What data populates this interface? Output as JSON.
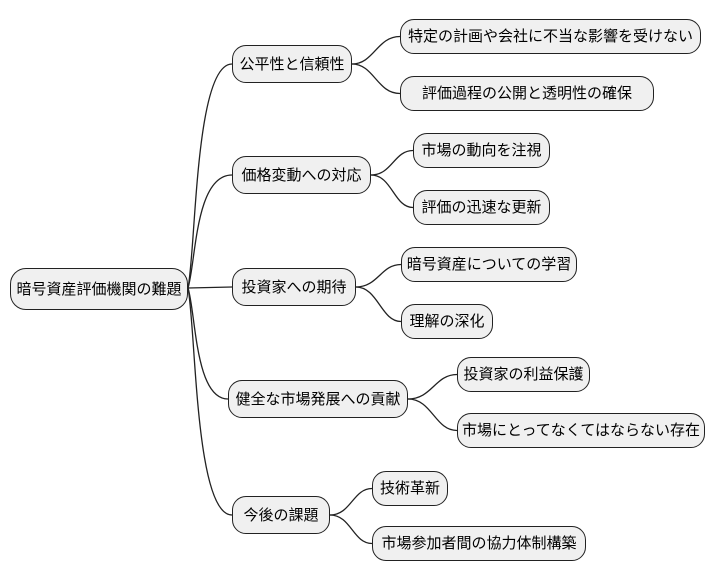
{
  "mindmap": {
    "root": {
      "label": "暗号資産評価機関の難題"
    },
    "branches": [
      {
        "label": "公平性と信頼性",
        "children": [
          {
            "label": "特定の計画や会社に不当な影響を受けない"
          },
          {
            "label": "評価過程の公開と透明性の確保"
          }
        ]
      },
      {
        "label": "価格変動への対応",
        "children": [
          {
            "label": "市場の動向を注視"
          },
          {
            "label": "評価の迅速な更新"
          }
        ]
      },
      {
        "label": "投資家への期待",
        "children": [
          {
            "label": "暗号資産についての学習"
          },
          {
            "label": "理解の深化"
          }
        ]
      },
      {
        "label": "健全な市場発展への貢献",
        "children": [
          {
            "label": "投資家の利益保護"
          },
          {
            "label": "市場にとってなくてはならない存在"
          }
        ]
      },
      {
        "label": "今後の課題",
        "children": [
          {
            "label": "技術革新"
          },
          {
            "label": "市場参加者間の協力体制構築"
          }
        ]
      }
    ],
    "colors": {
      "node_fill": "#f0f0f0",
      "node_border": "#222222",
      "line": "#222222",
      "text": "#000000",
      "background": "#ffffff"
    }
  }
}
